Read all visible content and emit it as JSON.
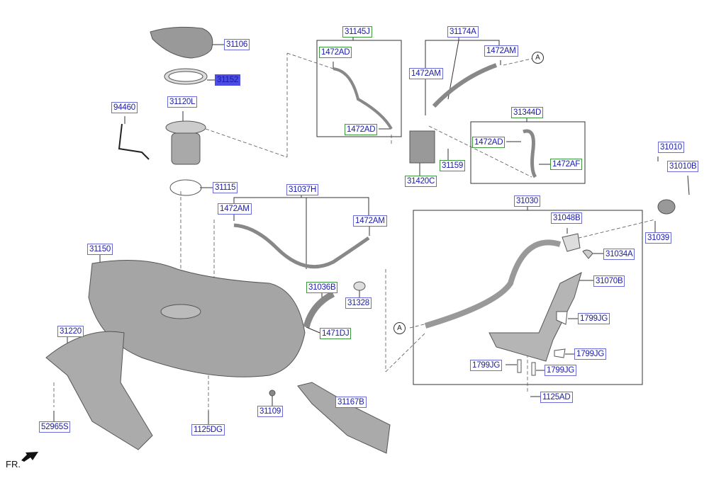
{
  "labels": {
    "p31106": "31106",
    "p31152": "31152",
    "p31120L": "31120L",
    "p94460": "94460",
    "p31115": "31115",
    "p31145J": "31145J",
    "p1472AD_a": "1472AD",
    "p1472AD_b": "1472AD",
    "p31174A": "31174A",
    "p1472AM_a": "1472AM",
    "p1472AM_b": "1472AM",
    "p31344D": "31344D",
    "p1472AD_c": "1472AD",
    "p1472AF": "1472AF",
    "p31159": "31159",
    "p31420C": "31420C",
    "p31037H": "31037H",
    "p1472AM_c": "1472AM",
    "p1472AM_d": "1472AM",
    "p31030": "31030",
    "p31010": "31010",
    "p31010B": "31010B",
    "p31048B": "31048B",
    "p31039": "31039",
    "p31034A": "31034A",
    "p31150": "31150",
    "p31070B": "31070B",
    "p31036B": "31036B",
    "p31328": "31328",
    "p1799JG_a": "1799JG",
    "p1471DJ": "1471DJ",
    "p31220": "31220",
    "p1799JG_b": "1799JG",
    "p1799JG_c": "1799JG",
    "p1799JG_d": "1799JG",
    "p1125AD": "1125AD",
    "p31167B": "31167B",
    "p31109": "31109",
    "p52965S": "52965S",
    "p1125DG": "1125DG"
  },
  "connectors": {
    "a1": "A",
    "a2": "A"
  },
  "direction": "FR.",
  "colors": {
    "label_text": "#1a1aa8",
    "label_border_blue": "#6c6cd8",
    "label_border_green": "#3f9a3f",
    "highlight": "#4b4be6",
    "part_fill": "#b9b9b9"
  }
}
